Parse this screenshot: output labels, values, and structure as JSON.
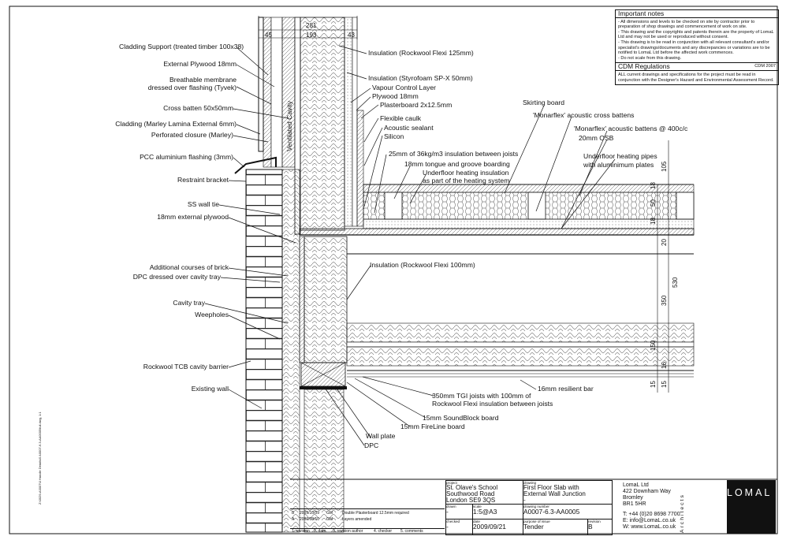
{
  "labels_left": [
    {
      "text": "Cladding Support (treated timber 100x38)"
    },
    {
      "text": "External Plywood 18mm"
    },
    {
      "text": "Breathable membrane"
    },
    {
      "text": "dressed over flashing (Tyvek)"
    },
    {
      "text": "Cross batten 50x50mm"
    },
    {
      "text": "Cladding (Marley Lamina External 6mm)"
    },
    {
      "text": "Perforated closure (Marley)"
    },
    {
      "text": "PCC aluminium flashing (3mm)"
    },
    {
      "text": "Restraint bracket"
    },
    {
      "text": "SS wall tie"
    },
    {
      "text": "18mm external plywood"
    },
    {
      "text": "Additional courses of brick"
    },
    {
      "text": "DPC dressed over cavity tray"
    },
    {
      "text": "Cavity tray"
    },
    {
      "text": "Weepholes"
    },
    {
      "text": "Rockwool TCB cavity barrier"
    },
    {
      "text": "Existing wall"
    }
  ],
  "labels_right": [
    {
      "text": "Insulation (Rockwool Flexi 125mm)"
    },
    {
      "text": "Insulation (Styrofoam SP-X 50mm)"
    },
    {
      "text": "Vapour Control Layer"
    },
    {
      "text": "Plywood 18mm"
    },
    {
      "text": "Plasterboard 2x12.5mm"
    },
    {
      "text": "Flexible caulk"
    },
    {
      "text": "Acoustic sealant"
    },
    {
      "text": "Silicon"
    },
    {
      "text": "Skirting board"
    },
    {
      "text": "'Monarflex' acoustic cross battens"
    },
    {
      "text": "'Monarflex' acoustic battens @ 400c/c"
    },
    {
      "text": "20mm OSB"
    },
    {
      "text": "Underfloor heating pipes"
    },
    {
      "text": "with aluminimum plates"
    },
    {
      "text": "25mm of 36kg/m3 insulation between joists"
    },
    {
      "text": "18mm tongue and groove boarding"
    },
    {
      "text": "Underfloor heating insulation"
    },
    {
      "text": "as part of the heating system"
    },
    {
      "text": "Insulation (Rockwool Flexi 100mm)"
    },
    {
      "text": "16mm resilient bar"
    },
    {
      "text": "350mm TGI joists with 100mm of"
    },
    {
      "text": "Rockwool Flexi insulation between joists"
    },
    {
      "text": "15mm SoundBlock board"
    },
    {
      "text": "15mm FireLine board"
    },
    {
      "text": "Wall plate"
    },
    {
      "text": "DPC"
    }
  ],
  "vent_label": "Ventilated Cavity",
  "dims_top": {
    "total": "281",
    "a": "45",
    "b": "193",
    "c": "43"
  },
  "dims_right": {
    "d105": "105",
    "d18": "18",
    "d50": "50",
    "d20": "20",
    "d350": "350",
    "d530": "530",
    "d18b": "18",
    "d150": "150",
    "d15a": "15",
    "d15b": "15",
    "d16": "16"
  },
  "notes": {
    "heading": "Important notes",
    "body": "- All dimensions and levels to be checked on site by contractor prior to preparation of shop drawings and commencement of work on site.\n- This drawing and the copyrights and patents therein are the property of LomaL Ltd and may not be used or reproduced without consent.\n- This drawing is to be read in conjunction with all relevant consultant's and/or specialist's drawings/documents and any discrepancies or variations are to be notified to LomaL Ltd before the affected work commences.\n- Do not scale from this drawing.",
    "cdm_heading": "CDM Regulations",
    "cdm_code": "CDM 2007",
    "cdm_body": "ALL current drawings and specifications for the project must be read in conjunction with the Designer's Hazard and Environmental Assessment Record."
  },
  "revisions": [
    {
      "rev": "B",
      "date": "2009/10/09",
      "author": "GM",
      "checker": "",
      "comment": "Double Plasterboard 12.5mm required"
    },
    {
      "rev": "A",
      "date": "2009/08/10",
      "author": "GM",
      "checker": "",
      "comment": "Layers amended"
    }
  ],
  "rev_headers": [
    "1. revision",
    "2. date",
    "3. revision author",
    "4. checker",
    "5. comments"
  ],
  "titleblock": {
    "project_cap": "project",
    "project": "St. Olave's School\nSouthwood Road\nLondon SE9 3QS",
    "drawing_cap": "drawing",
    "drawing": "First Floor Slab with\nExternal Wall Junction\n-",
    "drawn_cap": "drawn",
    "drawn": "-",
    "scale_cap": "scale",
    "scale": "1:5@A3",
    "number_cap": "drawing number",
    "number": "A0007-6.3-AA0005",
    "checked_cap": "checked",
    "checked": "-",
    "date_cap": "date",
    "date": "2009/09/21",
    "purpose_cap": "purpose of issue",
    "purpose": "Tender",
    "revision_cap": "revision",
    "revision": "B"
  },
  "company": {
    "name": "LomaL Ltd",
    "addr": "422 Downham Way\nBromley\nBR1 5HR",
    "tel": "T:  +44 (0)20 8698 7700",
    "email": "E:  info@LomaL.co.uk",
    "web": "W: www.LomaL.co.uk",
    "logo": "LOMAL",
    "tag": "Architects"
  },
  "side_code": "Z:\\0029-A0007\\0 Handle Details\\0 A0007-6.3-AA0005\\full.dwg, 1:1"
}
